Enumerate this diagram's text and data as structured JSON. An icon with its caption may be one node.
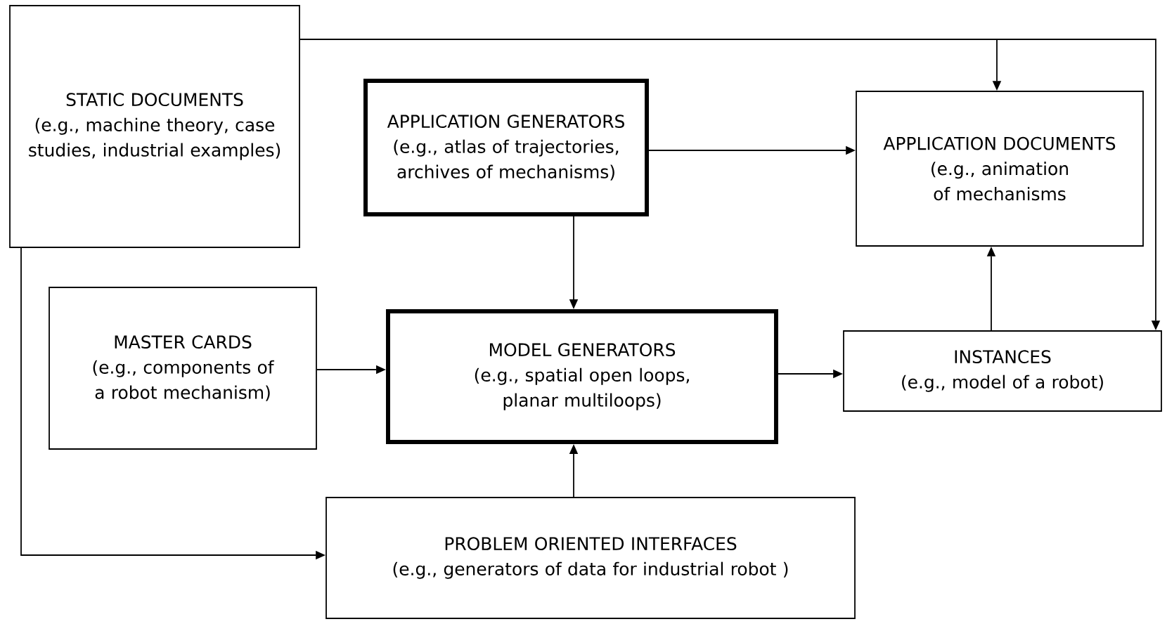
{
  "diagram": {
    "nodes": [
      {
        "text": [
          "STATIC DOCUMENTS",
          "(e.g., machine theory, case studies, industrial examples)"
        ]
      },
      {
        "text": [
          "APPLICATION GENERATORS",
          "(e.g., atlas of trajectories, archives of mechanisms)"
        ]
      },
      {
        "text": [
          "APPLICATION DOCUMENTS",
          "(e.g.,  animation of mechanisms"
        ]
      },
      {
        "text": [
          "MASTER CARDS",
          "(e.g., components of a robot mechanism)"
        ]
      },
      {
        "text": [
          "MODEL GENERATORS",
          "(e.g., spatial open loops, planar multiloops)"
        ]
      },
      {
        "text": [
          "INSTANCES",
          "(e.g., model of a robot)"
        ]
      },
      {
        "text": [
          "PROBLEM ORIENTED INTERFACES",
          "(e.g., generators of data for industrial robot )"
        ]
      }
    ],
    "edges": [
      {
        "from": 0,
        "to": 2,
        "arrow": "to"
      },
      {
        "from": 0,
        "to": 5,
        "arrow": "to"
      },
      {
        "from": 0,
        "to": 6,
        "arrow": "to"
      },
      {
        "from": 1,
        "to": 2,
        "arrow": "to"
      },
      {
        "from": 1,
        "to": 4,
        "arrow": "to"
      },
      {
        "from": 3,
        "to": 4,
        "arrow": "to"
      },
      {
        "from": 4,
        "to": 5,
        "arrow": "to"
      },
      {
        "from": 5,
        "to": 2,
        "arrow": "to"
      },
      {
        "from": 6,
        "to": 4,
        "arrow": "to"
      }
    ]
  }
}
